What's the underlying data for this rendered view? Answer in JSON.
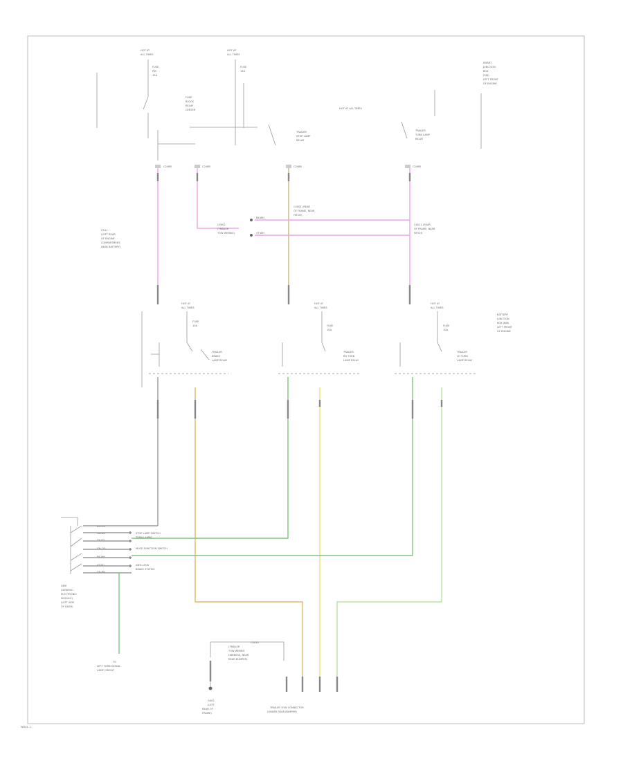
{
  "labels": {
    "fuse_a": [
      "HOT AT",
      "ALL TIMES",
      "FUSE",
      "PJB",
      "15A"
    ],
    "fuse_b": [
      "HOT AT",
      "ALL TIMES",
      "FUSE",
      "15A"
    ],
    "pdb_note": [
      "FUSE",
      "BLOCK",
      "RELAY",
      "CENTER"
    ],
    "right_top": [
      "SMART",
      "JUNCTION",
      "BOX",
      "(SJB)",
      "LEFT FRONT",
      "OF ENGINE"
    ],
    "center_top": "HOT AT ALL TIMES",
    "relay_left_top": [
      "TRAILER",
      "STOP LAMP",
      "RELAY"
    ],
    "relay_right_top": [
      "TRAILER",
      "TURN LAMP",
      "RELAY"
    ],
    "splice_left": [
      "C241",
      "(LEFT REAR",
      "OF ENGINE",
      "COMPARTMENT,",
      "NEAR BATTERY)"
    ],
    "center_conn": [
      "C4002",
      "(TRAILER",
      "TOW WIRING)"
    ],
    "pink_label_a": "BK-WH",
    "pink_label_b": "VT-WH",
    "conn_mid_a": [
      "C4001 (REAR",
      "OF FRAME, NEAR",
      "HITCH)"
    ],
    "conn_mid_b": [
      "C4011 (REAR",
      "OF FRAME, NEAR",
      "HITCH)"
    ],
    "module_note": [
      "BATTERY",
      "JUNCTION",
      "BOX (BJB)",
      "LEFT FRONT",
      "OF ENGINE"
    ],
    "relay1_top": [
      "HOT AT",
      "ALL TIMES"
    ],
    "relay1_fuse": [
      "FUSE",
      "10A"
    ],
    "relay1_name": [
      "TRAILER",
      "BRAKE",
      "LAMP RELAY"
    ],
    "relay2_top": [
      "HOT AT",
      "ALL TIMES"
    ],
    "relay2_fuse": [
      "FUSE",
      "10A"
    ],
    "relay2_name": [
      "TRAILER",
      "RH TURN",
      "LAMP RELAY"
    ],
    "relay3_top": [
      "HOT AT",
      "ALL TIMES"
    ],
    "relay3_fuse": [
      "FUSE",
      "10A"
    ],
    "relay3_name": [
      "TRAILER",
      "LH TURN",
      "LAMP RELAY"
    ],
    "gem_rows": [
      "BU-OG",
      "GN-BN",
      "GY-OG",
      "GN-OG",
      "BK-WH",
      "VT-BU"
    ],
    "gem_outputs": [
      "STOP LAMP SWITCH",
      "TURN LAMPS",
      "MULTI-FUNCTION SWITCH",
      "ANTI-LOCK",
      "BRAKE SYSTEM"
    ],
    "gem_label": [
      "GEM",
      "(GENERIC",
      "ELECTRONIC",
      "MODULE)",
      "(LEFT SIDE",
      "OF DASH)"
    ],
    "left_turn": [
      "TO",
      "LEFT TURN SIGNAL",
      "LAMP CIRCUIT"
    ],
    "bottom_conn": [
      "C4010",
      "(TRAILER",
      "TOW WIRING",
      "HARNESS, NEAR",
      "REAR BUMPER)"
    ],
    "ground": [
      "G402",
      "(LEFT",
      "REAR OF",
      "FRAME)"
    ],
    "trailer_to": [
      "TRAILER TOW CONNECTOR",
      "(UNDER REAR BUMPER)"
    ]
  },
  "footer": "WD41-1"
}
